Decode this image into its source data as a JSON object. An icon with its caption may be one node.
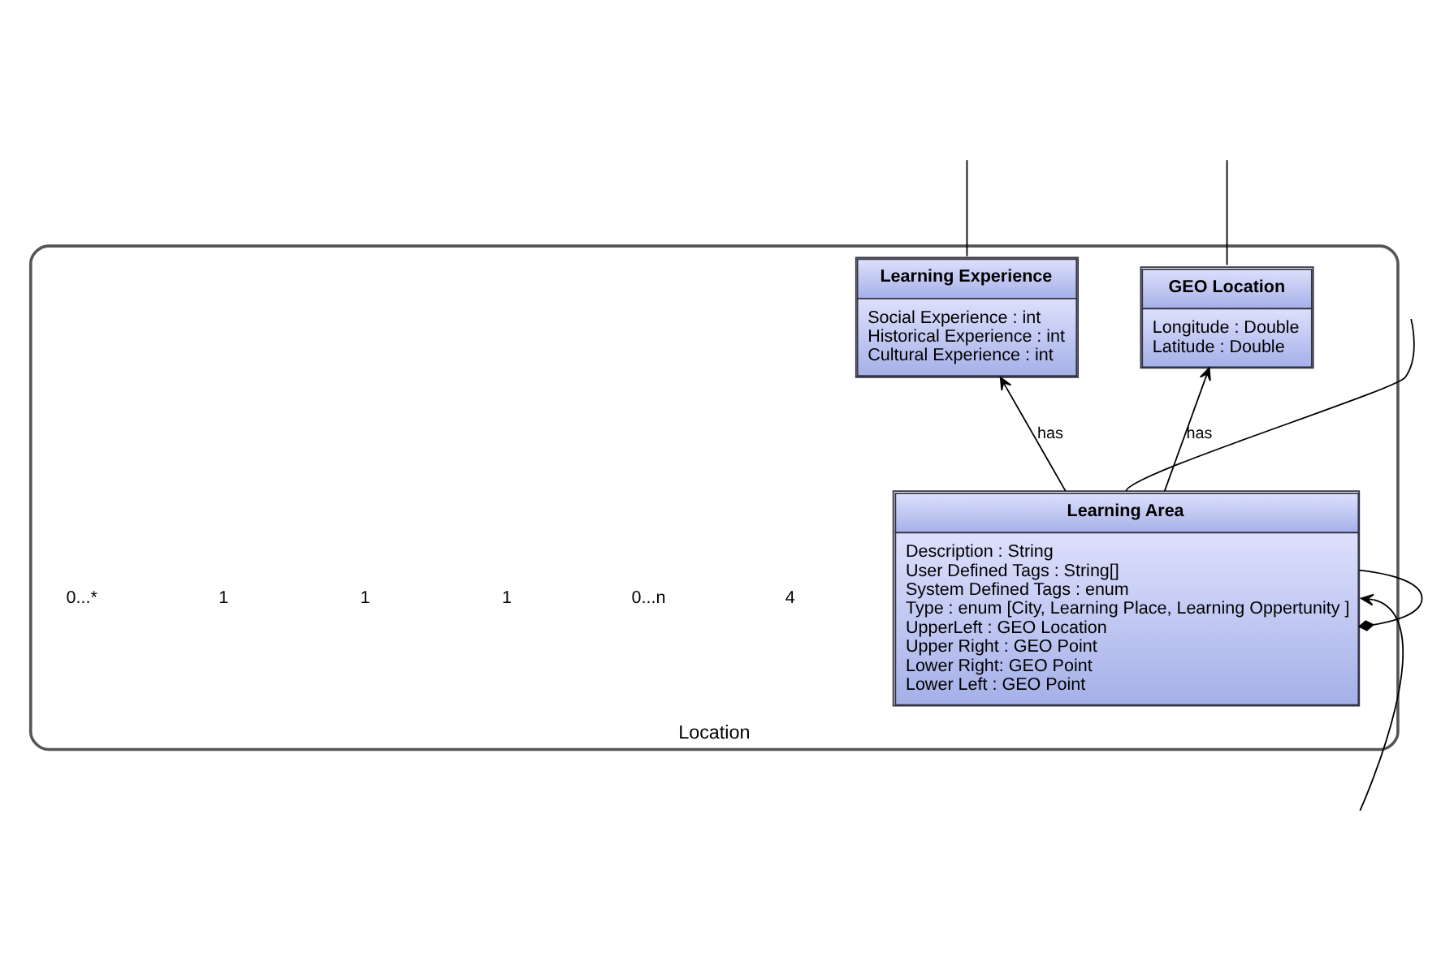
{
  "diagram": {
    "nodes": [
      {
        "text": [
          "Location"
        ]
      },
      {
        "text": [
          "Learning Experience",
          "Social Experience : int",
          "Historical Experience : int",
          "Cultural Experience : int"
        ],
        "in": 0
      },
      {
        "text": [
          "GEO Location",
          "Longitude : Double",
          "Latitude : Double"
        ],
        "in": 0
      },
      {
        "text": [
          "Learning Area",
          "Description : String",
          "User Defined Tags : String[]",
          "System Defined Tags : enum",
          "Type : enum [City, Learning Place, Learning Oppertunity ]",
          "UpperLeft : GEO Location",
          "Upper Right : GEO Point",
          "Lower Right: GEO Point",
          "Lower Left : GEO Point"
        ],
        "in": 0
      }
    ],
    "edges": [
      {
        "from": 3,
        "to": 1,
        "arrow": "to",
        "label": "has"
      },
      {
        "from": 3,
        "to": 2,
        "arrow": "to",
        "label": "has"
      },
      {
        "from": 3,
        "to": 3,
        "arrow": "other"
      },
      {
        "from": 1,
        "to": null,
        "arrow": "none"
      },
      {
        "from": 2,
        "to": null,
        "arrow": "none"
      },
      {
        "from": 3,
        "to": null,
        "arrow": "none"
      },
      {
        "from": null,
        "to": 3,
        "arrow": "to"
      }
    ],
    "labels": [
      "4",
      "0...n",
      "1",
      "1",
      "1",
      "0...*"
    ]
  }
}
